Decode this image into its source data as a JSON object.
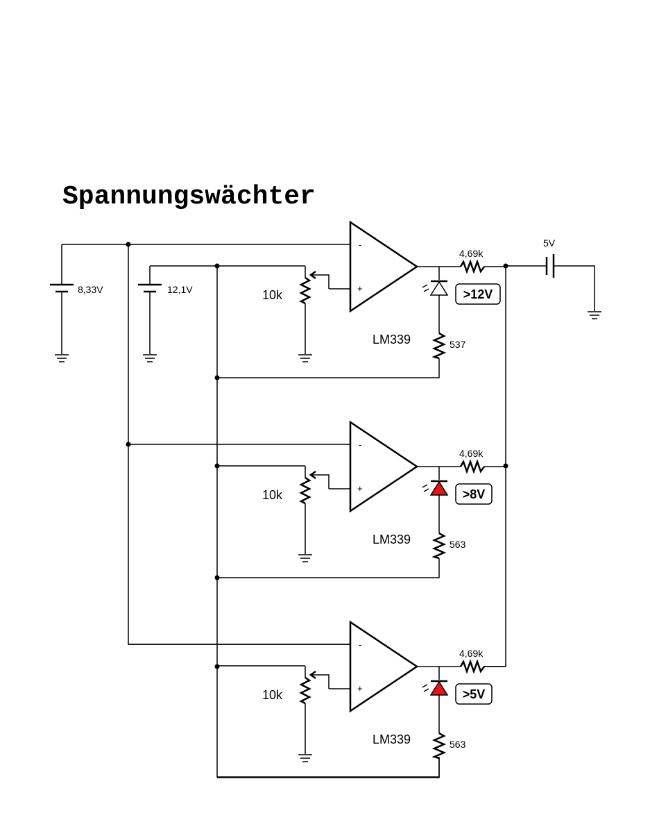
{
  "title": "Spannungswächter",
  "sources": [
    {
      "voltage": "8,33V"
    },
    {
      "voltage": "12,1V"
    },
    {
      "voltage": "5V"
    }
  ],
  "stages": [
    {
      "pot": "10k",
      "chip": "LM339",
      "minus": "-",
      "plus": "+",
      "r_out": "4,69k",
      "r_led": "537",
      "indicator": ">12V",
      "led_on": false
    },
    {
      "pot": "10k",
      "chip": "LM339",
      "minus": "-",
      "plus": "+",
      "r_out": "4,69k",
      "r_led": "563",
      "indicator": ">8V",
      "led_on": true
    },
    {
      "pot": "10k",
      "chip": "LM339",
      "minus": "-",
      "plus": "+",
      "r_out": "4,69k",
      "r_led": "563",
      "indicator": ">5V",
      "led_on": true
    }
  ],
  "colors": {
    "led_on": "#e8141a",
    "led_off": "#ffffff",
    "ink": "#000000"
  }
}
